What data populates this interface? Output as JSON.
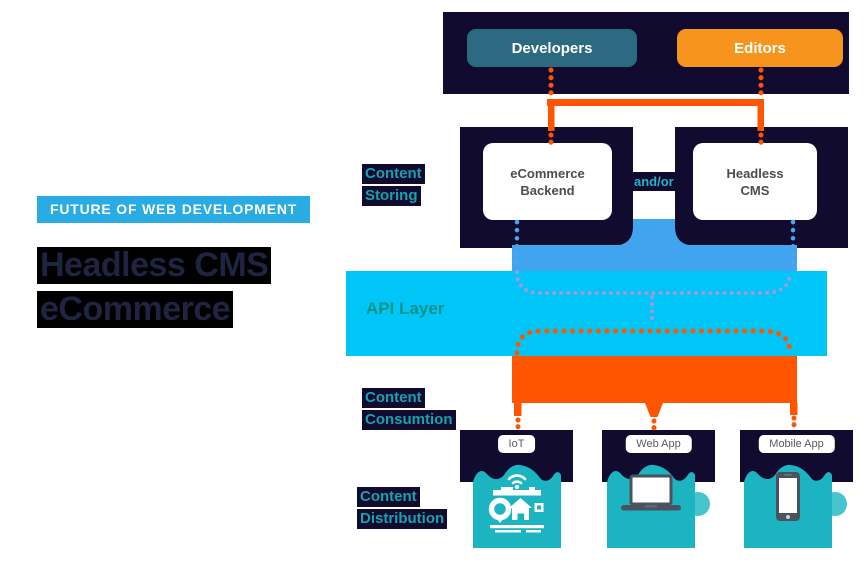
{
  "left": {
    "kicker": "FUTURE OF WEB DEVELOPMENT",
    "title_line1": "Headless CMS",
    "title_line2": "eCommerce"
  },
  "sections": {
    "storing": {
      "line1": "Content",
      "line2": "Storing"
    },
    "consumption": {
      "line1": "Content",
      "line2": "Consumtion"
    },
    "distribution": {
      "line1": "Content",
      "line2": "Distribution"
    }
  },
  "diagram": {
    "developers_label": "Developers",
    "editors_label": "Editors",
    "andor_label": "and/or",
    "api_label": "API Layer",
    "storing_cards": [
      {
        "line1": "eCommerce",
        "line2": "Backend"
      },
      {
        "line1": "Headless",
        "line2": "CMS"
      }
    ],
    "apps": [
      {
        "label": "IoT",
        "icon": "iot-device-icon"
      },
      {
        "label": "Web App",
        "icon": "laptop-icon"
      },
      {
        "label": "Mobile App",
        "icon": "smartphone-icon"
      }
    ]
  },
  "colors": {
    "navy": "#110b30",
    "kicker_blue": "#29abe4",
    "developers_teal": "#2b6a80",
    "editors_orange": "#f7941d",
    "connector_orange": "#ff5500",
    "api_cyan": "#00c6f7",
    "funnel_blue": "#41a4ef",
    "dotted_blue": "#4aa6f0",
    "dotted_purple": "#9d99e2",
    "blob_teal": "#1db4c2",
    "label_teal": "#17a2ad"
  }
}
